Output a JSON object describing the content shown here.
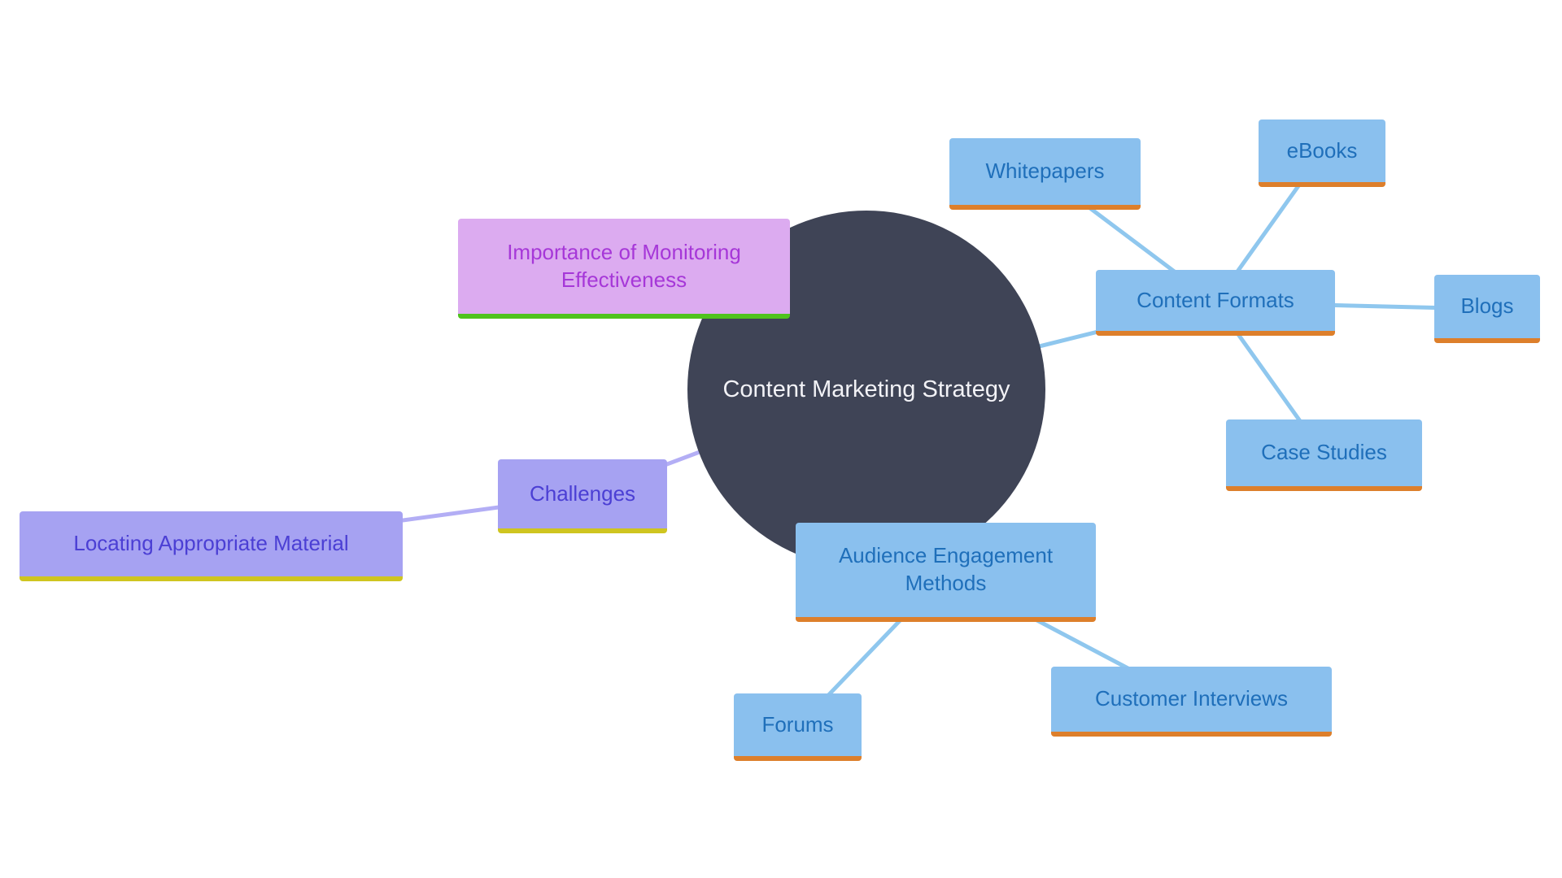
{
  "diagram": {
    "type": "mindmap",
    "title": "Content Marketing Strategy mind map"
  },
  "nodes": {
    "center": {
      "label": "Content Marketing Strategy"
    },
    "importance": {
      "label": "Importance of Monitoring Effectiveness"
    },
    "content_formats": {
      "label": "Content Formats"
    },
    "whitepapers": {
      "label": "Whitepapers"
    },
    "ebooks": {
      "label": "eBooks"
    },
    "blogs": {
      "label": "Blogs"
    },
    "case_studies": {
      "label": "Case Studies"
    },
    "challenges": {
      "label": "Challenges"
    },
    "locating_material": {
      "label": "Locating Appropriate Material"
    },
    "audience_engagement": {
      "label": "Audience Engagement Methods"
    },
    "forums": {
      "label": "Forums"
    },
    "customer_interviews": {
      "label": "Customer Interviews"
    }
  },
  "edges": [
    {
      "from": "center",
      "to": "importance"
    },
    {
      "from": "center",
      "to": "content_formats"
    },
    {
      "from": "content_formats",
      "to": "whitepapers"
    },
    {
      "from": "content_formats",
      "to": "ebooks"
    },
    {
      "from": "content_formats",
      "to": "blogs"
    },
    {
      "from": "content_formats",
      "to": "case_studies"
    },
    {
      "from": "center",
      "to": "challenges"
    },
    {
      "from": "challenges",
      "to": "locating_material"
    },
    {
      "from": "center",
      "to": "audience_engagement"
    },
    {
      "from": "audience_engagement",
      "to": "forums"
    },
    {
      "from": "audience_engagement",
      "to": "customer_interviews"
    }
  ],
  "colors": {
    "center_fill": "#3f4456",
    "center_text": "#f2f2f6",
    "blue_fill": "#8ac0ee",
    "blue_text": "#1f6fba",
    "blue_underline": "#dd7f2b",
    "periwinkle_fill": "#a6a2f2",
    "periwinkle_text": "#4b3fd4",
    "periwinkle_underline": "#cfc520",
    "purple_fill": "#dcabf0",
    "purple_text": "#a637d8",
    "purple_underline": "#4fc31d",
    "connector_blue": "#8fc7ee",
    "connector_purple": "#b3aef5"
  }
}
